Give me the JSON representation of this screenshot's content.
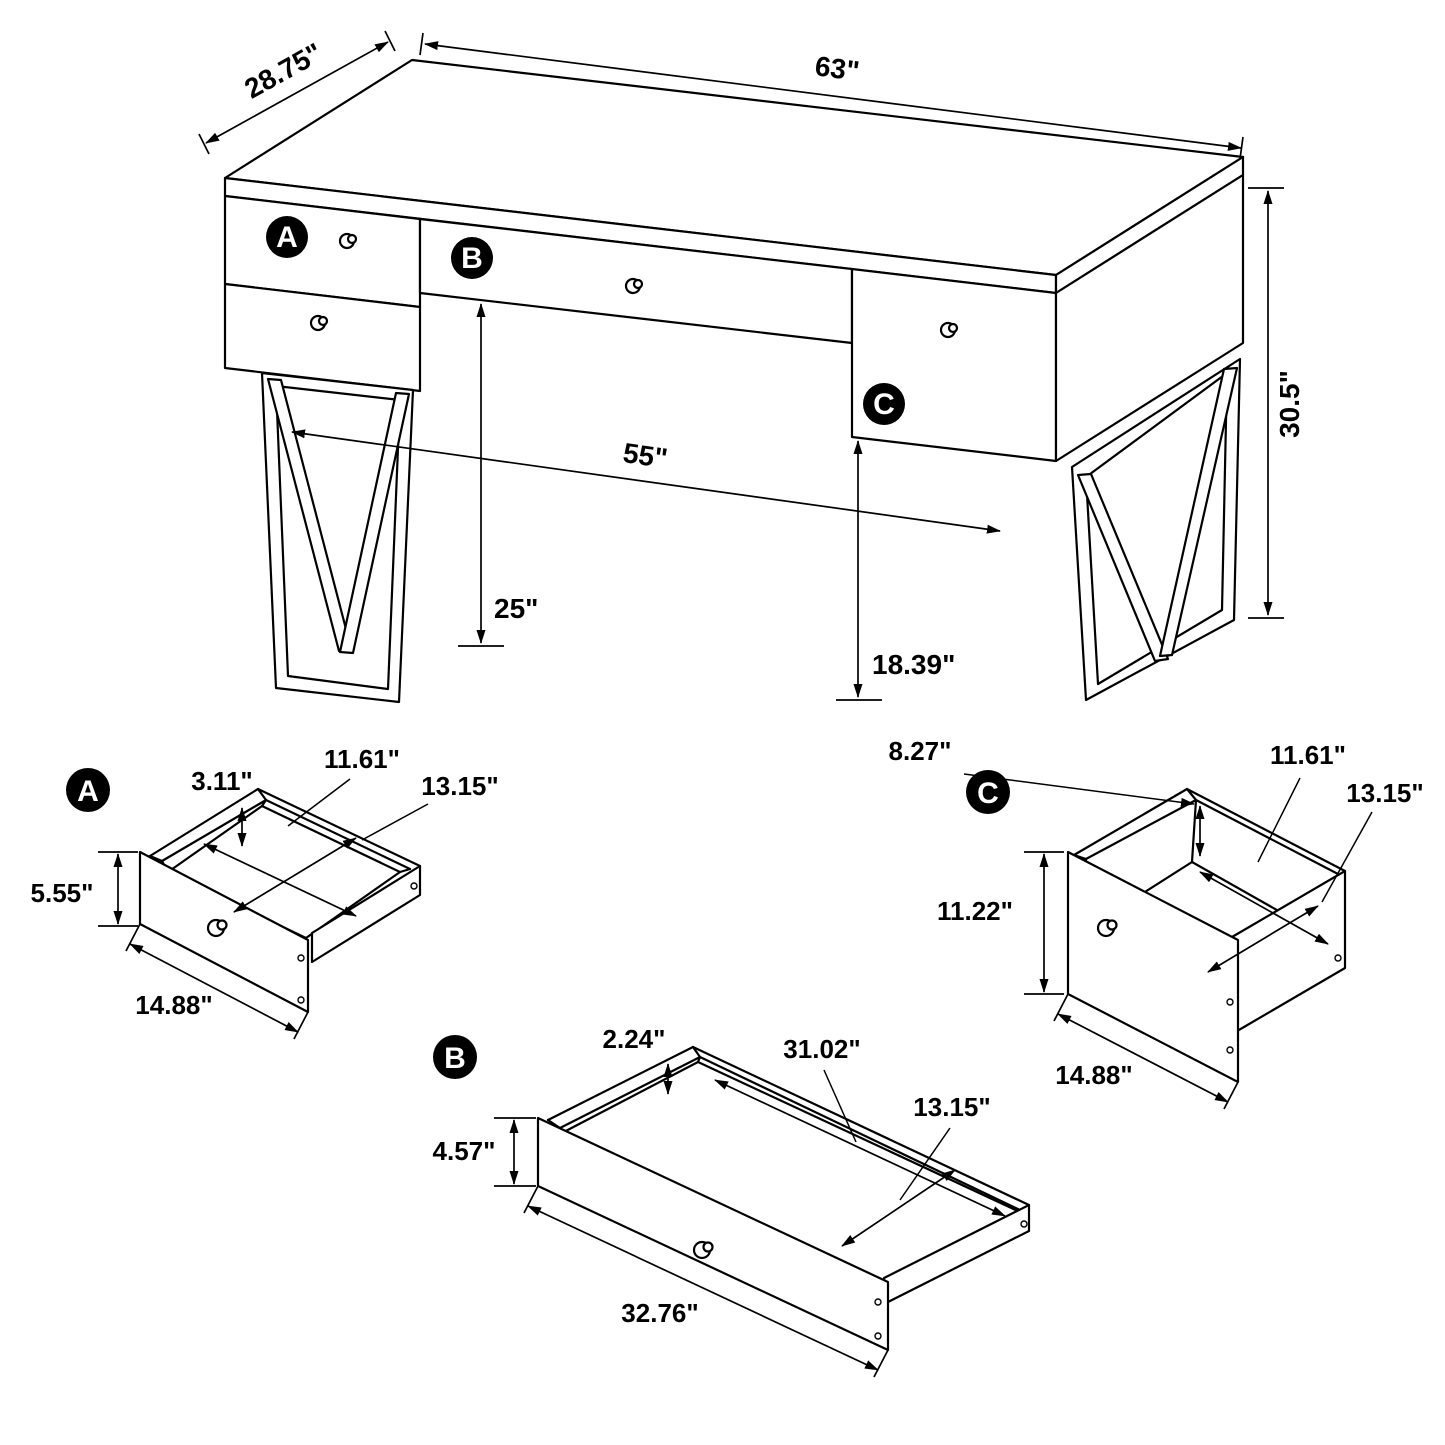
{
  "desk": {
    "width": "63\"",
    "depth": "28.75\"",
    "height": "30.5\"",
    "leg_span": "55\"",
    "kneehole_clearance": "25\"",
    "drawer_clearance": "18.39\"",
    "badges": {
      "a": "A",
      "b": "B",
      "c": "C"
    }
  },
  "drawers": {
    "a": {
      "badge": "A",
      "interior_height": "3.11\"",
      "interior_width": "11.61\"",
      "interior_depth": "13.15\"",
      "front_height": "5.55\"",
      "front_width": "14.88\""
    },
    "b": {
      "badge": "B",
      "interior_height": "2.24\"",
      "interior_width": "31.02\"",
      "interior_depth": "13.15\"",
      "front_height": "4.57\"",
      "front_width": "32.76\""
    },
    "c": {
      "badge": "C",
      "interior_height": "8.27\"",
      "interior_width": "11.61\"",
      "interior_depth": "13.15\"",
      "front_height": "11.22\"",
      "front_width": "14.88\""
    }
  }
}
